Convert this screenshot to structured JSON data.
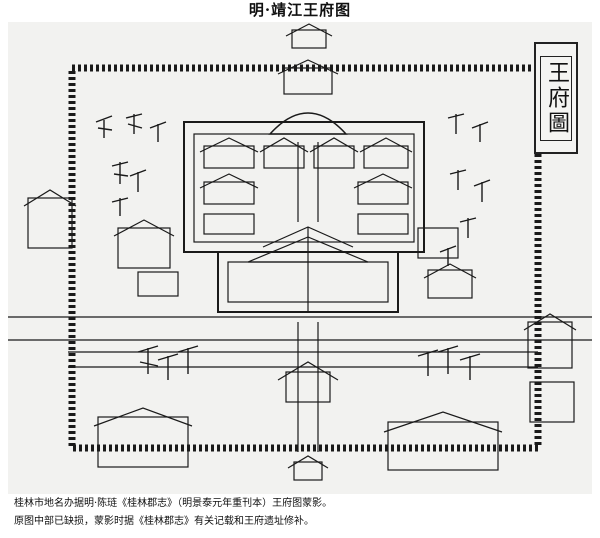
{
  "header": {
    "title": "明·靖江王府图"
  },
  "map": {
    "plaque_text": "王府圖",
    "ink_color": "#1a1a1a",
    "paper_color": "#f2f2f0"
  },
  "caption": {
    "line1": "桂林市地名办据明·陈琏《桂林郡志》（明景泰元年重刊本）王府图蒙影。",
    "line2": "原图中部已缺损，蒙影时据《桂林郡志》有关记载和王府遗址修补。"
  }
}
